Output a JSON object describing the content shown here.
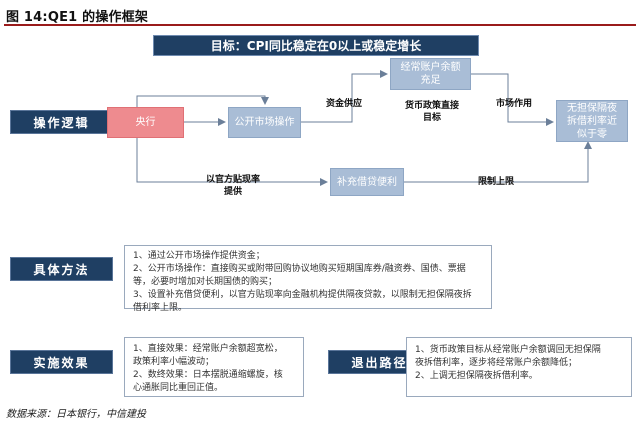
{
  "figure_title": "图 14:QE1 的操作框架",
  "goal": "目标：CPI同比稳定在0以上或稳定增长",
  "nodes": {
    "central_bank": "央行",
    "open_market": "公开市场操作",
    "current_account": [
      "经常账户余额",
      "充足"
    ],
    "overnight_rate": [
      "无担保隔夜",
      "拆借利率近",
      "似于零"
    ],
    "supplementary_lending": "补充借贷便利"
  },
  "edge_labels": {
    "fund_supply": "资金供应",
    "policy_target": [
      "货币政策直接",
      "目标"
    ],
    "market_effect": "市场作用",
    "official_discount": [
      "以官方贴现率",
      "提供"
    ],
    "ceiling": "限制上限"
  },
  "sections": {
    "methods": {
      "label": "具体方法",
      "lines": [
        "1、通过公开市场操作提供资金；",
        "2、公开市场操作：直接购买或附带回购协议地购买短期国库券/融资券、国债、票据",
        "等，必要时增加对长期国债的购买；",
        "3、设置补充借贷便利，以官方贴现率向金融机构提供隔夜贷款，以限制无担保隔夜拆",
        "借利率上限。"
      ]
    },
    "effects": {
      "label": "实施效果",
      "lines": [
        "1、直接效果：经常账户余额超宽松，",
        "政策利率小幅波动；",
        "2、数终效果：日本摆脱通缩螺旋，核",
        "心通胀同比重回正值。"
      ]
    },
    "exit": {
      "label": "退出路径",
      "lines": [
        "1、货币政策目标从经常账户余额调回无担保隔",
        "夜拆借利率，逐步将经常账户余额降低；",
        "2、上调无担保隔夜拆借利率。"
      ]
    },
    "logic": {
      "label": "操作逻辑"
    }
  },
  "footer": "数据来源：日本银行，中信建投",
  "colors": {
    "navy": "#1f3f63",
    "light_blue": "#a9bdd6",
    "red": "#ee8b8f",
    "rule": "#9a1b1b"
  }
}
